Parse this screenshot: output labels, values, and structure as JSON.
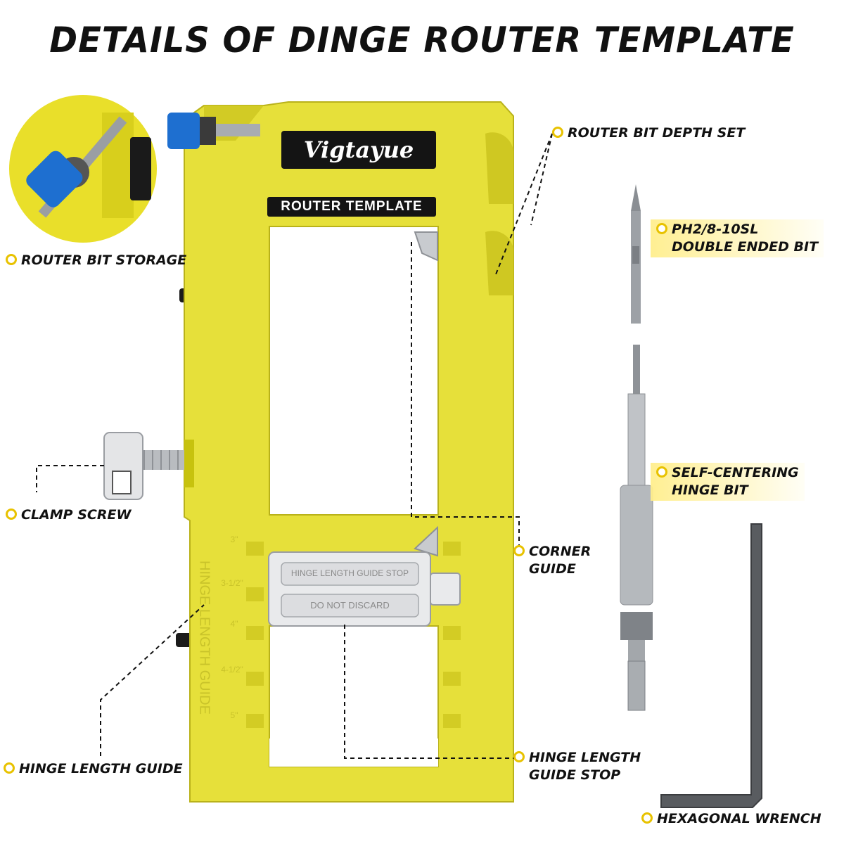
{
  "title": "DETAILS OF DINGE ROUTER TEMPLATE",
  "brand": {
    "name": "Vigtayue",
    "subtitle": "ROUTER TEMPLATE"
  },
  "template_marks": {
    "guide_stop_text": "HINGE LENGTH GUIDE STOP",
    "do_not_discard": "DO NOT DISCARD",
    "side_guide_text": "HINGE LENGTH GUIDE",
    "sizes": [
      "3\"",
      "3-1/2\"",
      "4\"",
      "4-1/2\"",
      "5\""
    ]
  },
  "labels": {
    "router_bit_storage": "ROUTER BIT STORAGE",
    "router_bit_depth_set": "ROUTER BIT DEPTH SET",
    "double_ended_bit_line1": "PH2/8-10SL",
    "double_ended_bit_line2": "DOUBLE ENDED BIT",
    "self_centering_line1": "SELF-CENTERING",
    "self_centering_line2": "HINGE BIT",
    "clamp_screw": "CLAMP SCREW",
    "corner_guide_line1": "CORNER",
    "corner_guide_line2": "GUIDE",
    "hinge_length_guide": "HINGE LENGTH GUIDE",
    "hinge_stop_line1": "HINGE LENGTH",
    "hinge_stop_line2": "GUIDE STOP",
    "hexagonal_wrench": "HEXAGONAL WRENCH"
  },
  "colors": {
    "template_yellow": "#e6e03a",
    "accent_yellow": "#e8c200",
    "badge_black": "#141414",
    "bit_blue": "#1e6fd0",
    "metal": "#b9bcc0"
  }
}
